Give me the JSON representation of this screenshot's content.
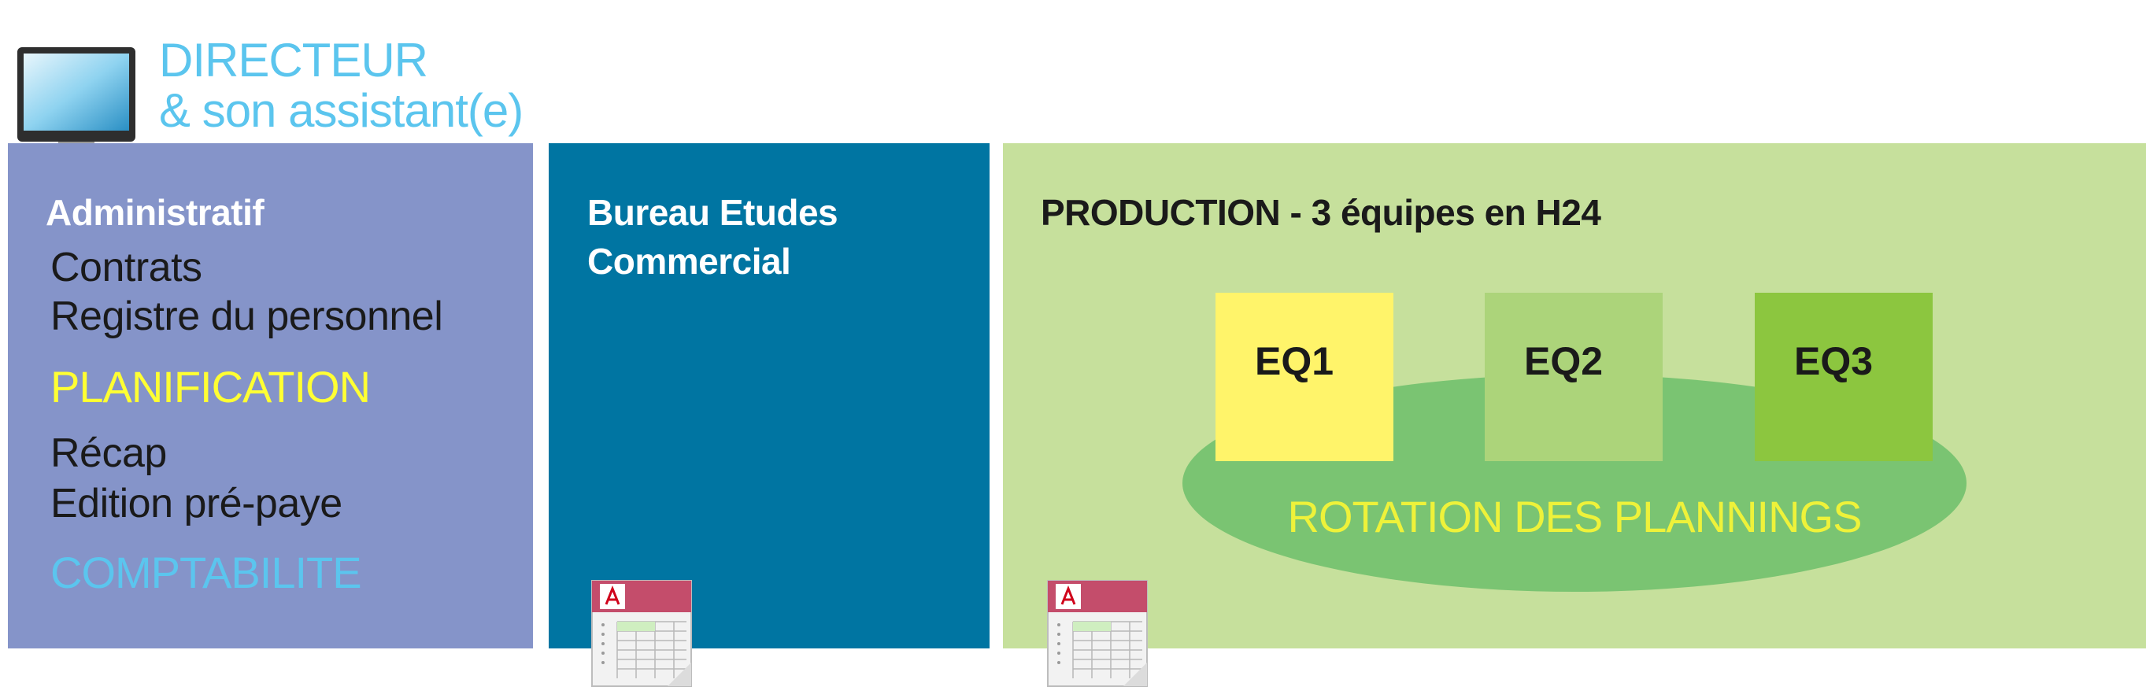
{
  "header": {
    "title_line1": "DIRECTEUR",
    "title_line2": "& son assistant(e)",
    "monitor_icon": "computer-monitor-icon"
  },
  "admin": {
    "heading": "Administratif",
    "items": [
      "Contrats",
      "Registre du personnel"
    ],
    "planification": "PLANIFICATION",
    "items2": [
      "Récap",
      "Edition pré-paye"
    ],
    "comptabilite": "COMPTABILITE"
  },
  "bureau": {
    "line1": "Bureau Etudes",
    "line2": "Commercial"
  },
  "production": {
    "heading": "PRODUCTION - 3 équipes en H24",
    "teams": [
      "EQ1",
      "EQ2",
      "EQ3"
    ],
    "rotation": "ROTATION DES PLANNINGS"
  },
  "icons": {
    "file": "pdf-spreadsheet-icon"
  },
  "colors": {
    "title": "#5bc5ee",
    "admin_bg": "#8594c9",
    "bureau_bg": "#0075a2",
    "prod_bg": "#c6e09c",
    "ellipse": "#7ac472",
    "eq1": "#fff46a",
    "eq2": "#acd47a",
    "eq3": "#8cc63f",
    "planification": "#ffff33",
    "comptabilite": "#5bc5ee",
    "rotation": "#eef23a"
  }
}
